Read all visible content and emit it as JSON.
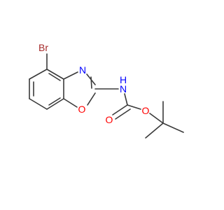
{
  "molecule": {
    "atoms": {
      "bromine": "Br",
      "ring_nitrogen": "N",
      "ring_oxygen": "O",
      "amide_nitrogen_hydrogen": "H",
      "amide_nitrogen": "N",
      "carbonyl_oxygen": "O",
      "ester_oxygen": "O"
    },
    "colors": {
      "bond": "#3a3a3a",
      "bromine": "#a52a2a",
      "nitrogen": "#0000ff",
      "oxygen": "#ff0000"
    }
  }
}
